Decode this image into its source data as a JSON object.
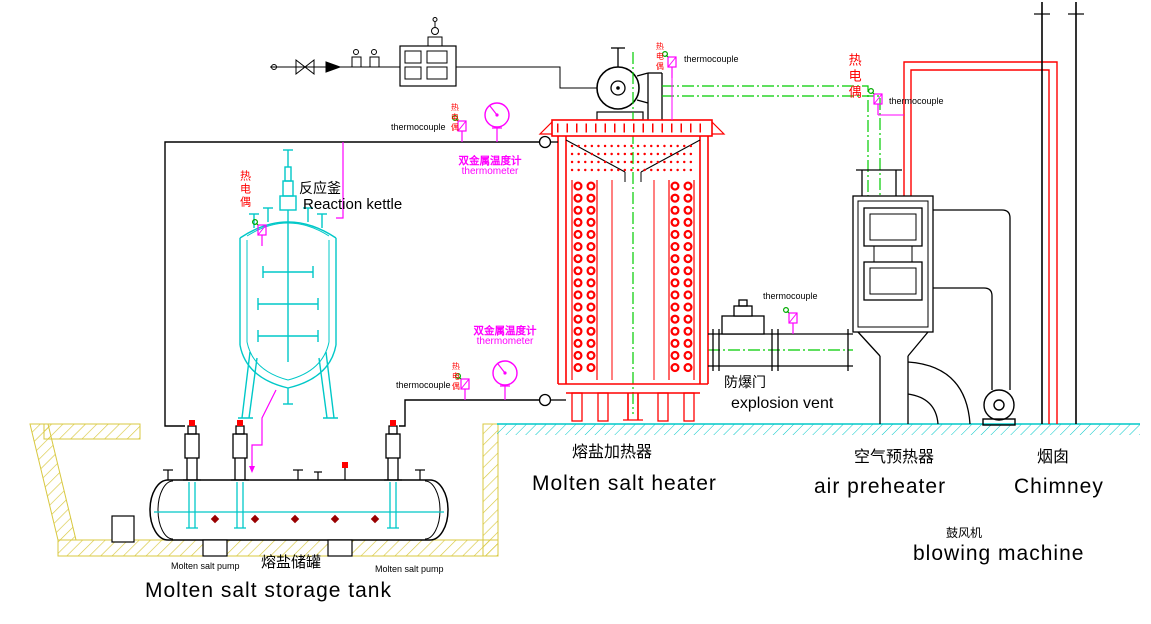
{
  "page": {
    "type": "cad-process-flow-diagram",
    "background": "#ffffff"
  },
  "equipment": {
    "reaction_kettle": {
      "zh": "反应釜",
      "en": "Reaction kettle"
    },
    "molten_salt_heater": {
      "zh": "熔盐加热器",
      "en": "Molten salt heater"
    },
    "molten_salt_storage_tank": {
      "zh": "熔盐储罐",
      "en": "Molten salt storage tank"
    },
    "molten_salt_pump": {
      "en": "Molten salt pump"
    },
    "explosion_vent": {
      "zh": "防爆门",
      "en": "explosion vent"
    },
    "air_preheater": {
      "zh": "空气预热器",
      "en": "air preheater"
    },
    "chimney": {
      "zh": "烟囱",
      "en": "Chimney"
    },
    "blowing_machine": {
      "zh": "鼓风机",
      "en": "blowing machine"
    }
  },
  "instruments": {
    "thermocouple": {
      "zh": "热电偶",
      "en": "thermocouple"
    },
    "bimetallic_thermometer": {
      "zh": "双金属温度计",
      "en": "thermometer"
    }
  },
  "colors": {
    "heater_red": "#ff0000",
    "pipe_green": "#00cc00",
    "instrument_magenta": "#ff00ff",
    "kettle_cyan": "#00c8c8",
    "ground_hatch_yellow": "#d8c840",
    "salt_dot_darkred": "#990000",
    "line_black": "#000000"
  }
}
